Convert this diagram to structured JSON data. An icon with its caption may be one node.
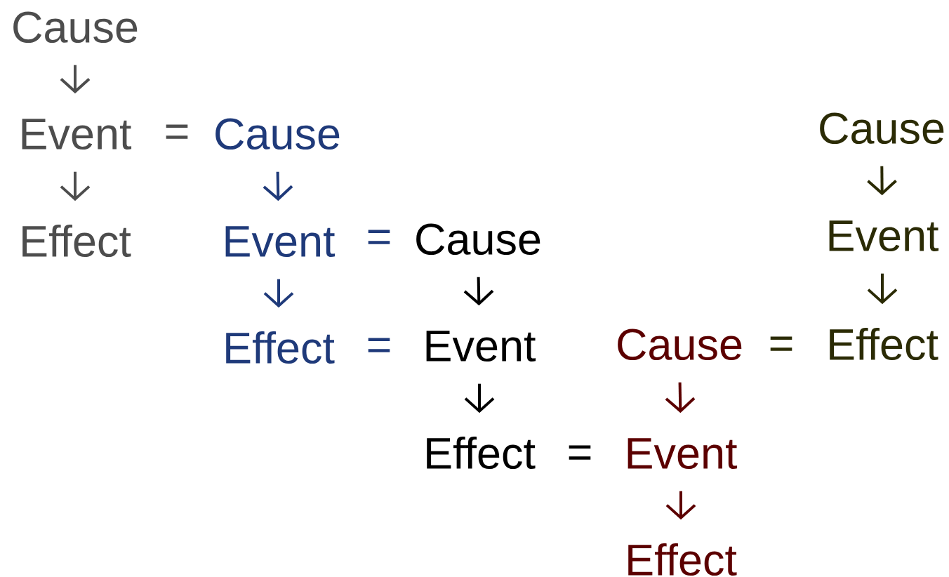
{
  "diagram": {
    "nodes": [
      {
        "text": [
          "Cause"
        ]
      },
      {
        "text": [
          "Event"
        ]
      },
      {
        "text": [
          "Effect"
        ]
      },
      {
        "text": [
          "Cause"
        ]
      },
      {
        "text": [
          "Event"
        ]
      },
      {
        "text": [
          "Effect"
        ]
      },
      {
        "text": [
          "Cause"
        ]
      },
      {
        "text": [
          "Event"
        ]
      },
      {
        "text": [
          "Effect"
        ]
      },
      {
        "text": [
          "Cause"
        ]
      },
      {
        "text": [
          "Event"
        ]
      },
      {
        "text": [
          "Effect"
        ]
      },
      {
        "text": [
          "Cause"
        ]
      },
      {
        "text": [
          "Event"
        ]
      },
      {
        "text": [
          "Effect"
        ]
      }
    ],
    "edges": [
      {
        "from": 0,
        "to": 1,
        "arrow": "to",
        "color": "#4d4d4d"
      },
      {
        "from": 1,
        "to": 2,
        "arrow": "to",
        "color": "#4d4d4d"
      },
      {
        "from": 3,
        "to": 4,
        "arrow": "to",
        "color": "#1f3a7a"
      },
      {
        "from": 4,
        "to": 5,
        "arrow": "to",
        "color": "#1f3a7a"
      },
      {
        "from": 6,
        "to": 7,
        "arrow": "to",
        "color": "#000000"
      },
      {
        "from": 7,
        "to": 8,
        "arrow": "to",
        "color": "#000000"
      },
      {
        "from": 9,
        "to": 10,
        "arrow": "to",
        "color": "#5c0000"
      },
      {
        "from": 10,
        "to": 11,
        "arrow": "to",
        "color": "#5c0000"
      },
      {
        "from": 12,
        "to": 13,
        "arrow": "to",
        "color": "#2b2b05"
      },
      {
        "from": 13,
        "to": 14,
        "arrow": "to",
        "color": "#2b2b05"
      }
    ],
    "labels": [
      "=",
      "=",
      "=",
      "=",
      "="
    ]
  }
}
